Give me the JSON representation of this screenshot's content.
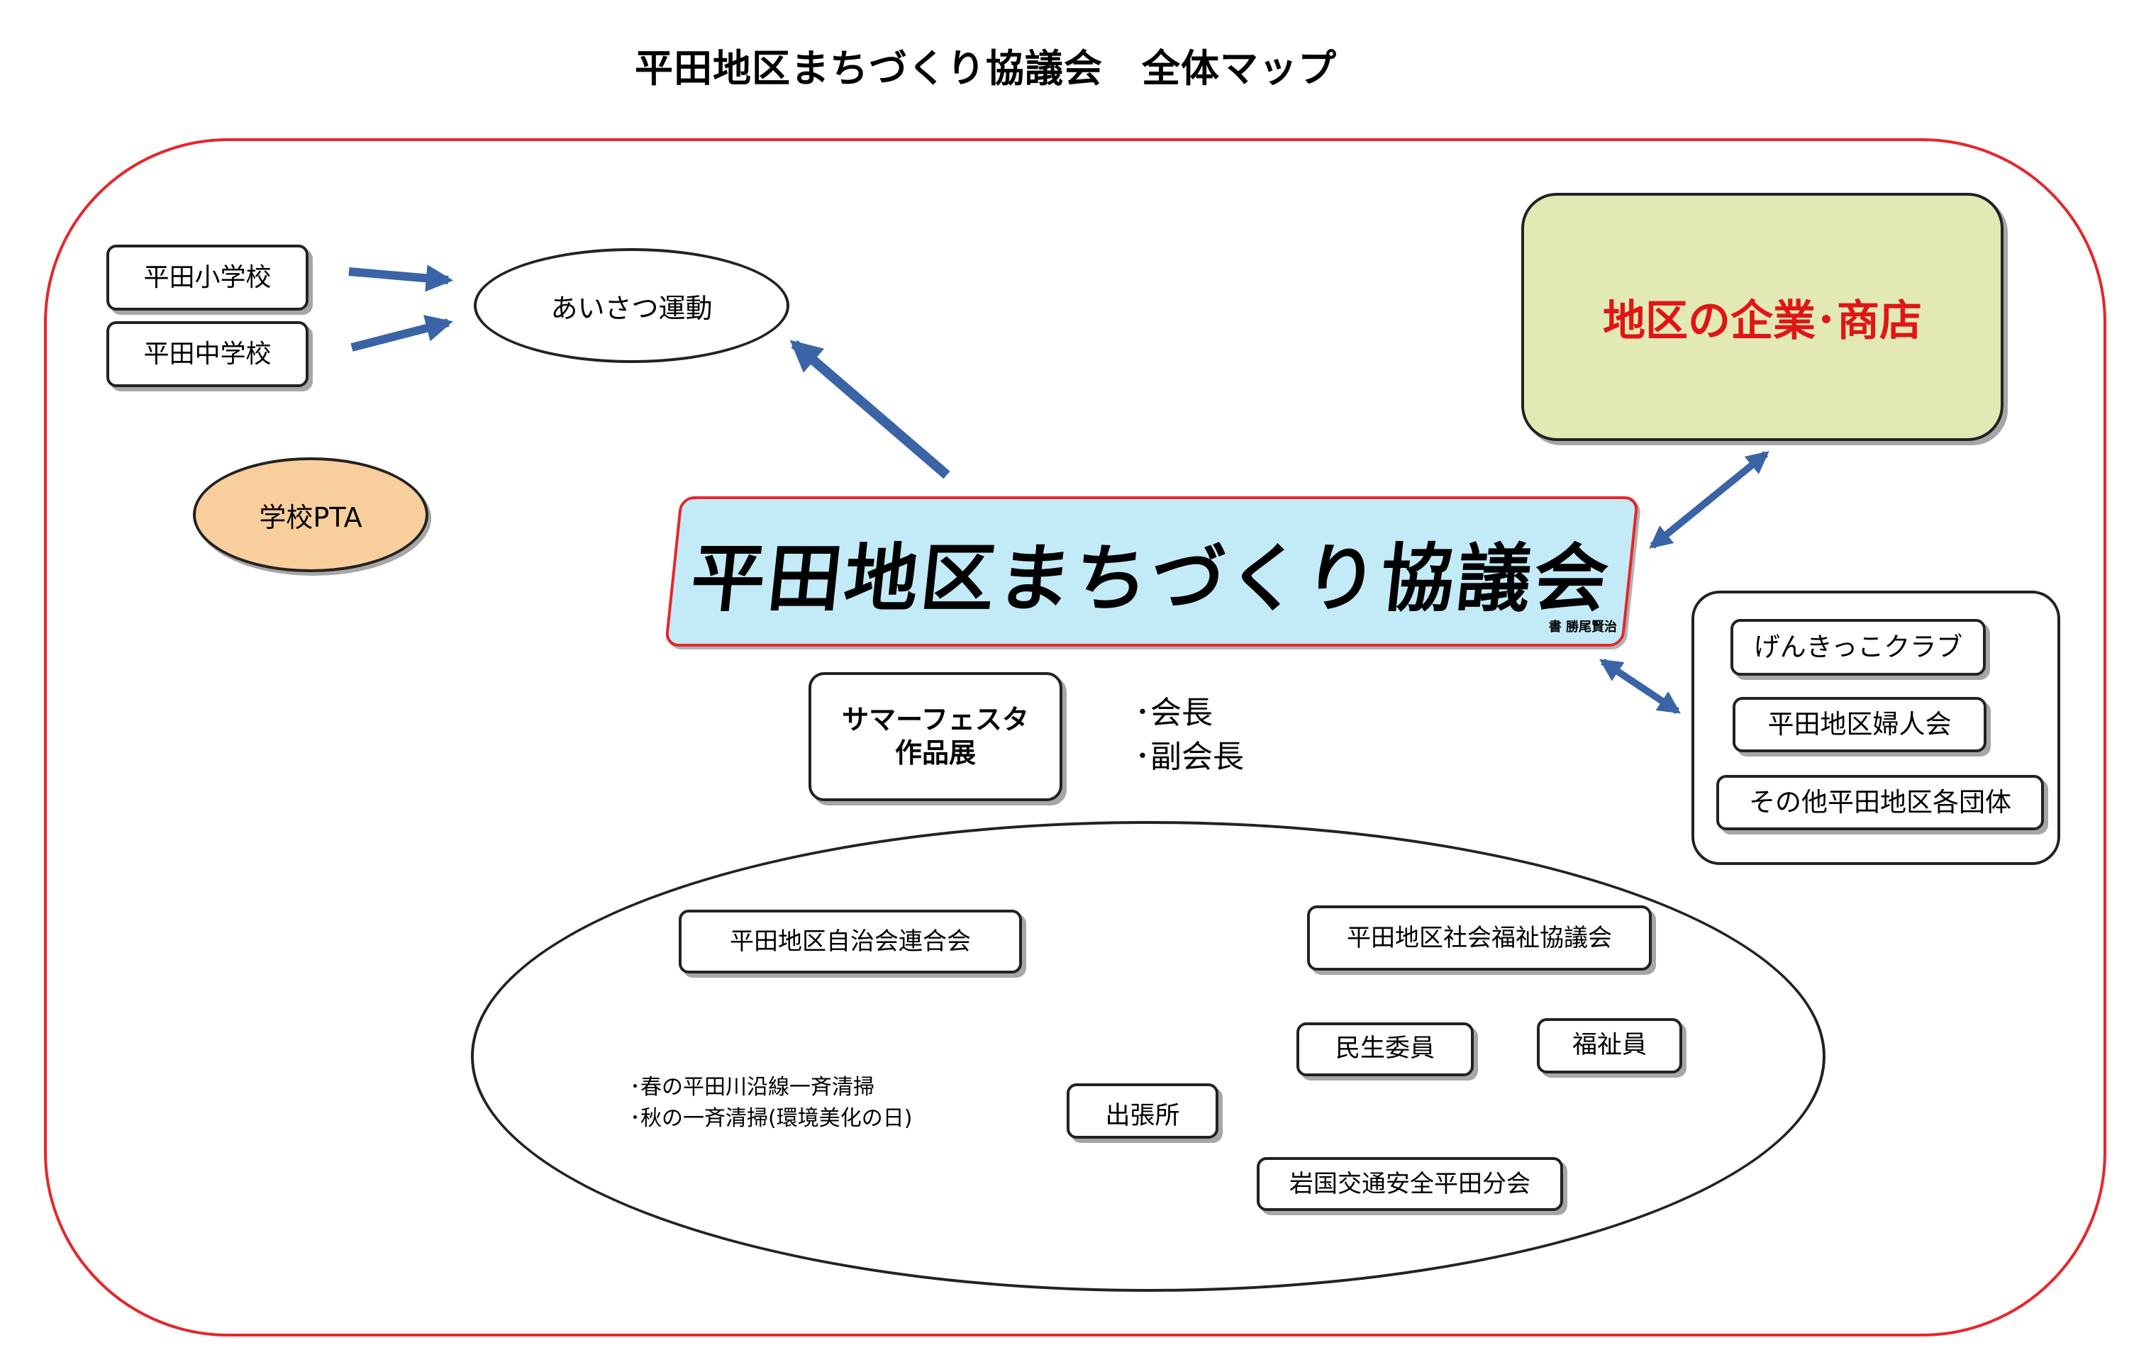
{
  "title": "平田地区まちづくり協議会　全体マップ",
  "colors": {
    "outer_border": "#e6262b",
    "arrow": "#3a64a6",
    "company_fill": "#e3e9b4",
    "company_text": "#e01515",
    "council_fill": "#c3eaf7",
    "pta_fill": "#f8cf9c"
  },
  "schools": [
    "平田小学校",
    "平田中学校"
  ],
  "greeting": "あいさつ運動",
  "pta": "学校PTA",
  "companies": "地区の企業･商店",
  "council": {
    "name": "平田地区まちづくり協議会",
    "signature": "書 勝尾賢治"
  },
  "summer": {
    "line1": "サマーフェスタ",
    "line2": "作品展"
  },
  "roles": [
    "･会長",
    "･副会長"
  ],
  "groups": [
    "げんきっこクラブ",
    "平田地区婦人会",
    "その他平田地区各団体"
  ],
  "bottom": {
    "federation": "平田地区自治会連合会",
    "welfare_council": "平田地区社会福祉協議会",
    "minsei": "民生委員",
    "fukushi": "福祉員",
    "branch_office": "出張所",
    "traffic": "岩国交通安全平田分会",
    "activities": [
      "･春の平田川沿線一斉清掃",
      "･秋の一斉清掃(環境美化の日)"
    ]
  }
}
